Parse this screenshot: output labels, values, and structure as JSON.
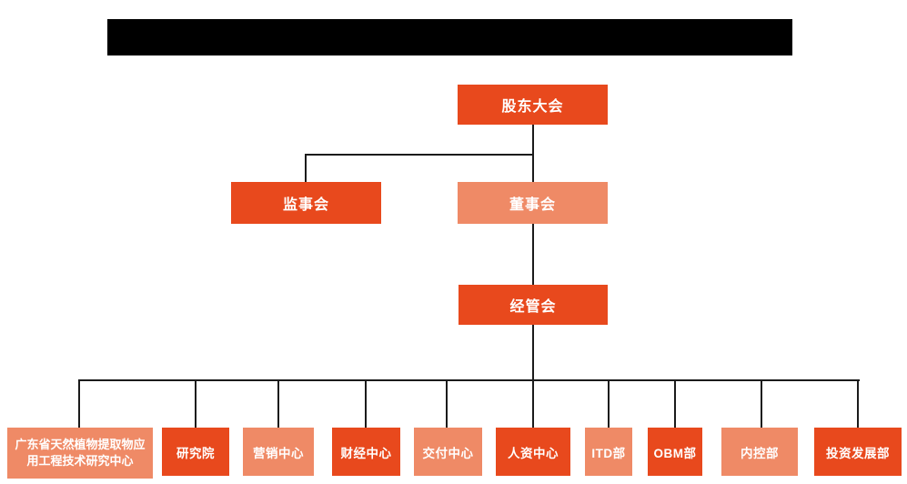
{
  "colors": {
    "primary_orange": "#E8491D",
    "secondary_salmon": "#EF8A66",
    "connector_black": "#1B1B1B",
    "node_text_white": "#FFFFFF",
    "redaction_black": "#000000"
  },
  "org_chart": {
    "levels": {
      "shareholders": {
        "label": "股东大会",
        "variant": "dark"
      },
      "supervisory": {
        "label": "监事会",
        "variant": "dark"
      },
      "board": {
        "label": "董事会",
        "variant": "light"
      },
      "management": {
        "label": "经管会",
        "variant": "dark"
      }
    },
    "departments": [
      {
        "label": "广东省天然植物提取物应用工程技术研究中心",
        "variant": "light"
      },
      {
        "label": "研究院",
        "variant": "dark"
      },
      {
        "label": "营销中心",
        "variant": "light"
      },
      {
        "label": "财经中心",
        "variant": "dark"
      },
      {
        "label": "交付中心",
        "variant": "light"
      },
      {
        "label": "人资中心",
        "variant": "dark"
      },
      {
        "label": "ITD部",
        "variant": "light"
      },
      {
        "label": "OBM部",
        "variant": "dark"
      },
      {
        "label": "内控部",
        "variant": "light"
      },
      {
        "label": "投资发展部",
        "variant": "dark"
      }
    ]
  }
}
